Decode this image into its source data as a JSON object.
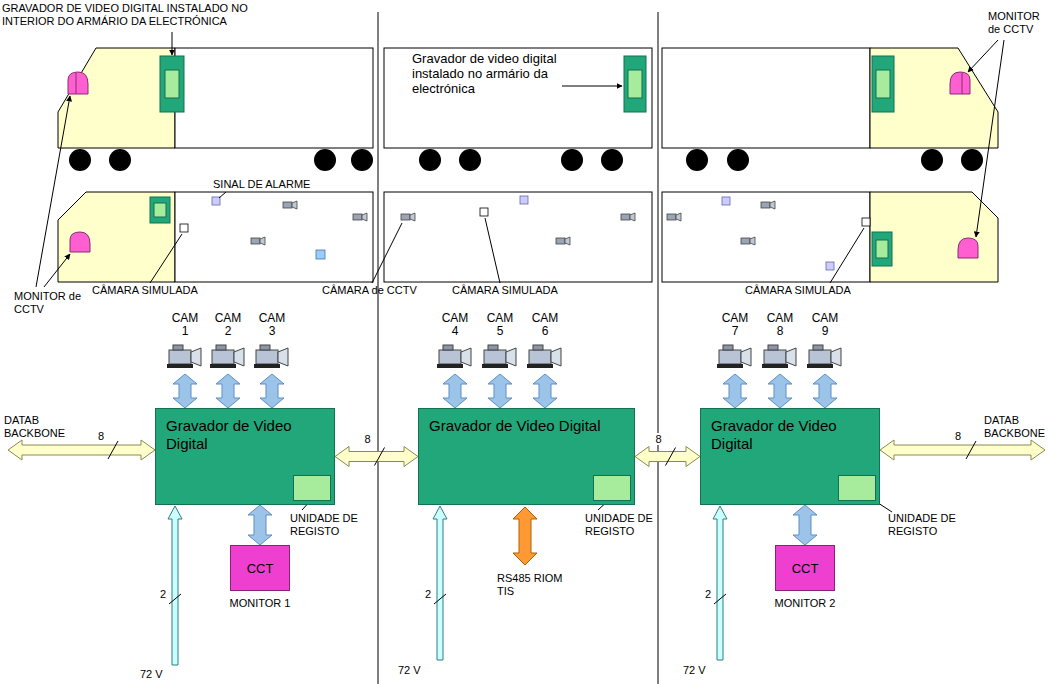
{
  "diagram": {
    "nodes": [
      {
        "text": [
          "CAM 1"
        ]
      },
      {
        "text": [
          "CAM 2"
        ]
      },
      {
        "text": [
          "CAM 3"
        ]
      },
      {
        "text": [
          "CAM 4"
        ]
      },
      {
        "text": [
          "CAM 5"
        ]
      },
      {
        "text": [
          "CAM 6"
        ]
      },
      {
        "text": [
          "CAM 7"
        ]
      },
      {
        "text": [
          "CAM 8"
        ]
      },
      {
        "text": [
          "CAM 9"
        ]
      },
      {
        "text": [
          "Gravador de Video Digital"
        ]
      },
      {
        "text": [
          "Gravador de Video Digital"
        ]
      },
      {
        "text": [
          "Gravador de Video Digital"
        ]
      },
      {
        "text": [
          "CCT",
          "MONITOR 1"
        ]
      },
      {
        "text": [
          "CCT",
          "MONITOR 2"
        ]
      }
    ],
    "edges": [
      {
        "from": 0,
        "to": 9,
        "arrow": "both"
      },
      {
        "from": 1,
        "to": 9,
        "arrow": "both"
      },
      {
        "from": 2,
        "to": 9,
        "arrow": "both"
      },
      {
        "from": 3,
        "to": 10,
        "arrow": "both"
      },
      {
        "from": 4,
        "to": 10,
        "arrow": "both"
      },
      {
        "from": 5,
        "to": 10,
        "arrow": "both"
      },
      {
        "from": 6,
        "to": 11,
        "arrow": "both"
      },
      {
        "from": 7,
        "to": 11,
        "arrow": "both"
      },
      {
        "from": 8,
        "to": 11,
        "arrow": "both"
      },
      {
        "from": 9,
        "to": 10,
        "label": "8",
        "arrow": "both"
      },
      {
        "from": 10,
        "to": 11,
        "label": "8",
        "arrow": "both"
      },
      {
        "from": 9,
        "to": 12,
        "arrow": "both"
      },
      {
        "from": 11,
        "to": 13,
        "arrow": "both"
      }
    ],
    "labels": [
      "GRAVADOR DE VIDEO DIGITAL INSTALADO NO INTERIOR DO ARMÁRIO DA ELECTRÓNICA",
      "Gravador de video digital instalado no armário da electrónica",
      "MONITOR de CCTV",
      "SINAL DE ALARME",
      "MONITOR de CCTV",
      "CÂMARA SIMULADA",
      "CÂMARA de CCTV",
      "CÂMARA SIMULADA",
      "CÂMARA SIMULADA",
      "DATAB BACKBONE",
      "8",
      "DATAB BACKBONE",
      "8",
      "UNIDADE DE REGISTO",
      "UNIDADE DE REGISTO",
      "UNIDADE DE REGISTO",
      "RS485 RIOM TIS",
      "2",
      "72 V",
      "2",
      "72 V",
      "2",
      "72 V"
    ]
  }
}
